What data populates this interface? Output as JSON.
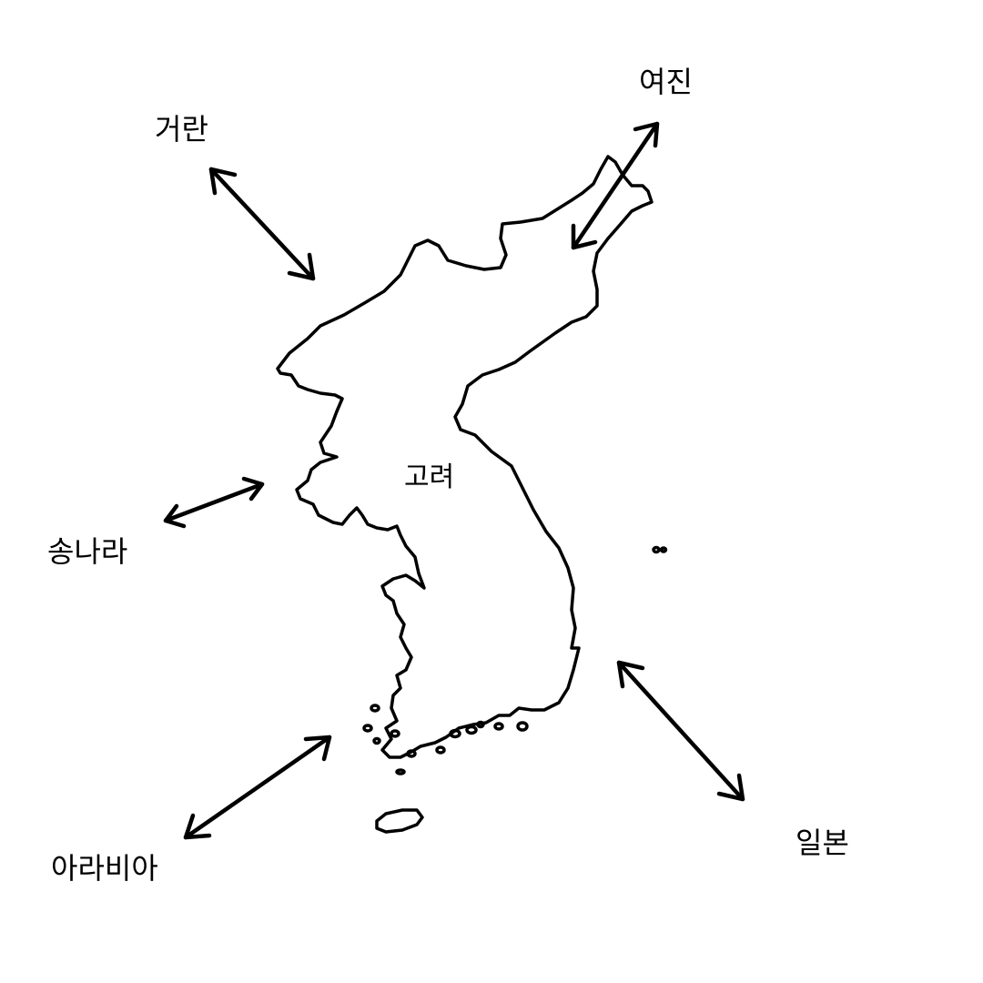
{
  "map": {
    "center_label": "고려",
    "neighbors": {
      "yeojin": "여진",
      "georan": "거란",
      "song": "송나라",
      "arabia": "아라비아",
      "ilbon": "일본"
    },
    "line_color": "#000000",
    "background_color": "#ffffff"
  }
}
